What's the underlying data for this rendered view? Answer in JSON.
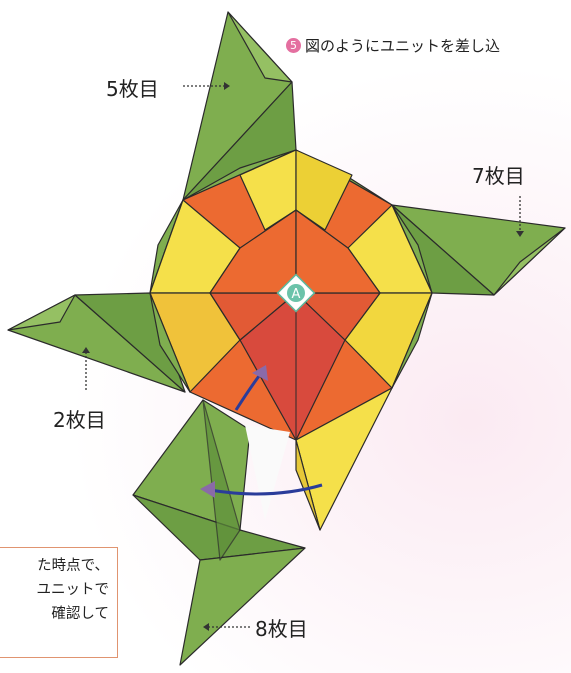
{
  "step": {
    "number": "5",
    "text": "図のようにユニットを差し込"
  },
  "labels": {
    "unit5": "5枚目",
    "unit7": "7枚目",
    "unit2": "2枚目",
    "unit8": "8枚目",
    "center_point": "A"
  },
  "note": {
    "lines": [
      "た時点で、",
      "ユニットで",
      "確認して"
    ]
  },
  "colors": {
    "green": "#7fae4f",
    "green_dark": "#5e8f3a",
    "yellow": "#f5e04a",
    "orange": "#ec6a31",
    "red": "#d84a3d",
    "arrow_blue": "#2a3c9a",
    "arrow_purple": "#8a6aa8",
    "step_circle": "#e46fa0"
  }
}
